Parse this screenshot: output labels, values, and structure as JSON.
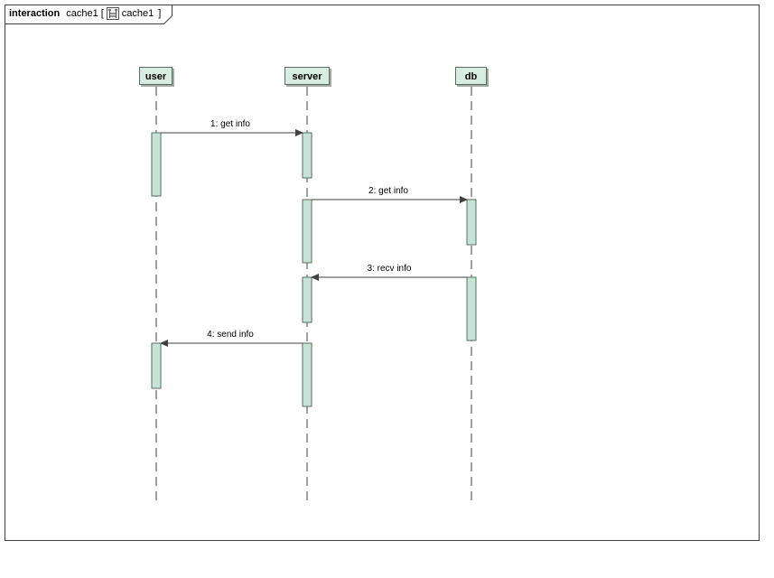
{
  "frame": {
    "keyword": "interaction",
    "name": "cache1",
    "ref_name": "cache1",
    "open_bracket": "[",
    "close_bracket": "]",
    "icon": "sequence-diagram-icon"
  },
  "lifelines": [
    {
      "id": "user",
      "label": "user"
    },
    {
      "id": "server",
      "label": "server"
    },
    {
      "id": "db",
      "label": "db"
    }
  ],
  "messages": [
    {
      "number": "1:",
      "text": "get info",
      "label": "1:  get info",
      "from": "user",
      "to": "server",
      "kind": "call"
    },
    {
      "number": "2:",
      "text": "get info",
      "label": "2:  get info",
      "from": "server",
      "to": "db",
      "kind": "call"
    },
    {
      "number": "3:",
      "text": "recv info",
      "label": "3:  recv info",
      "from": "db",
      "to": "server",
      "kind": "reply"
    },
    {
      "number": "4:",
      "text": "send info",
      "label": "4:  send info",
      "from": "server",
      "to": "user",
      "kind": "reply"
    }
  ],
  "colors": {
    "activation_fill": "#c5e4d5",
    "activation_stroke": "#5b6b63",
    "head_fill": "#d7ede2",
    "line": "#404040"
  }
}
